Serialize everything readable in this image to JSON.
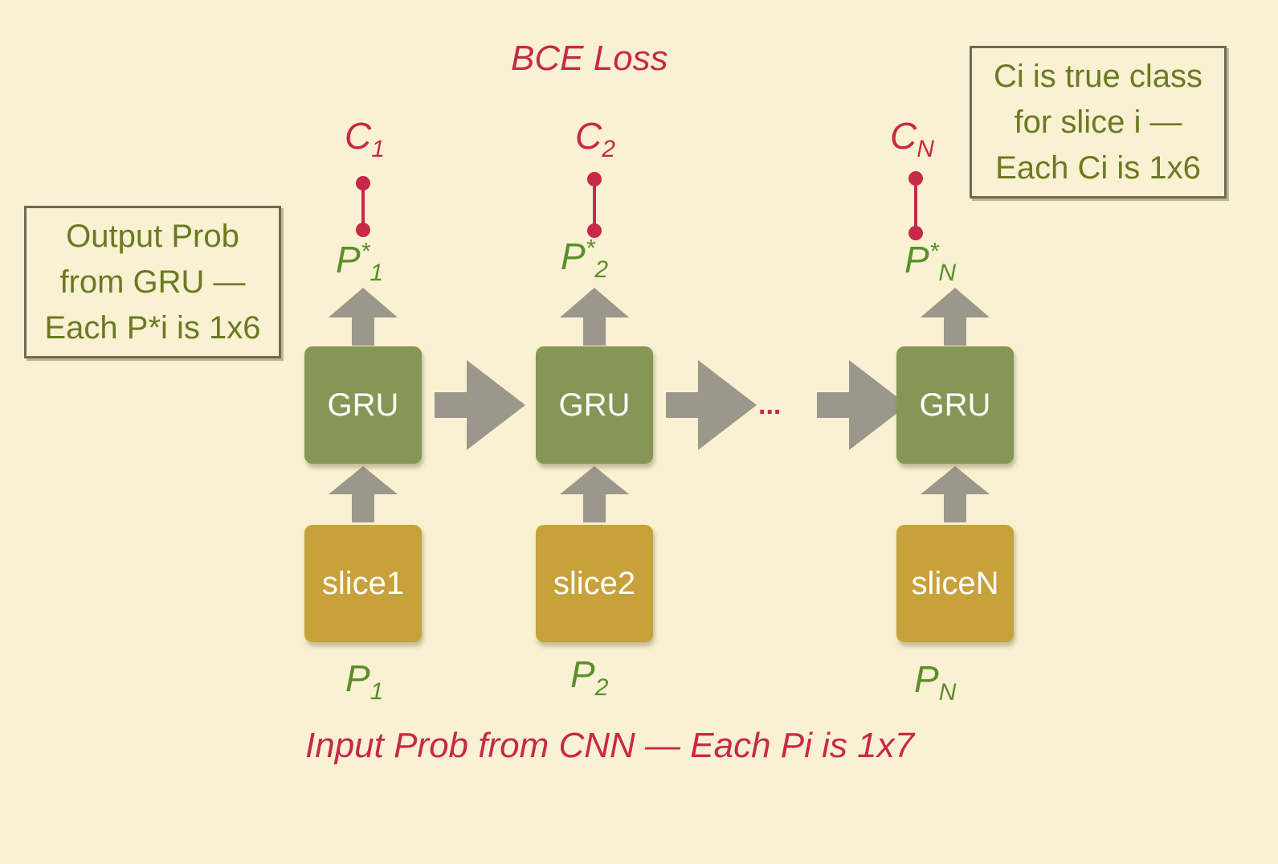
{
  "title": "BCE Loss",
  "caption": "Input Prob from CNN — Each Pi is 1x7",
  "left_note": {
    "lines": [
      "Output Prob",
      "from GRU —",
      "Each P*i is 1x6"
    ]
  },
  "right_note": {
    "lines": [
      "Ci is true class",
      "for slice i —",
      "Each Ci is 1x6"
    ]
  },
  "ellipsis": "...",
  "columns": [
    {
      "class_label": "C",
      "class_sub": "1",
      "out_label": "P",
      "out_sup": "*",
      "out_sub": "1",
      "gru_label": "GRU",
      "slice_label": "slice1",
      "in_label": "P",
      "in_sub": "1"
    },
    {
      "class_label": "C",
      "class_sub": "2",
      "out_label": "P",
      "out_sup": "*",
      "out_sub": "2",
      "gru_label": "GRU",
      "slice_label": "slice2",
      "in_label": "P",
      "in_sub": "2"
    },
    {
      "class_label": "C",
      "class_sub": "N",
      "out_label": "P",
      "out_sup": "*",
      "out_sub": "N",
      "gru_label": "GRU",
      "slice_label": "sliceN",
      "in_label": "P",
      "in_sub": "N"
    }
  ],
  "colors": {
    "background": "#f9f1d2",
    "gru": "#869654",
    "slice": "#c7a23a",
    "arrow": "#9b978b",
    "loss_red": "#c8284a",
    "prob_green": "#5a8f2a",
    "note_text": "#6b7a22"
  }
}
